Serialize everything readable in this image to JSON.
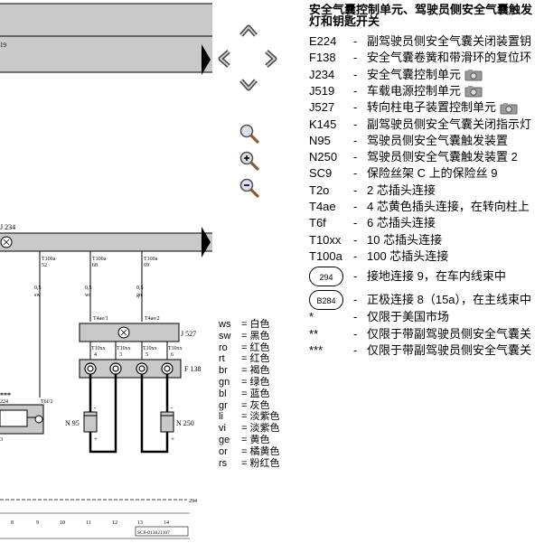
{
  "diagram": {
    "header_num": "19",
    "j234_label": "J 234",
    "wires": [
      {
        "conn": "T100a",
        "pin": "52",
        "gauge": "0,5",
        "color": "sw"
      },
      {
        "conn": "T100a",
        "pin": "68",
        "gauge": "0,5",
        "color": "ws"
      },
      {
        "conn": "T100a",
        "pin": "69",
        "gauge": "0,5",
        "color": "gn"
      }
    ],
    "t4ae_left": "T4ae/1",
    "t4ae_right": "T4ae/2",
    "j527_label": "J 527",
    "f138_label": "F 138",
    "t10xx": [
      {
        "conn": "T10xx",
        "pin": "4"
      },
      {
        "conn": "T10xx",
        "pin": "3"
      },
      {
        "conn": "T10xx",
        "pin": "5"
      },
      {
        "conn": "T10xx",
        "pin": "6"
      }
    ],
    "n95_label": "N 95",
    "n250_label": "N 250",
    "stars": "***",
    "e224_label": "224",
    "t6f_label": "T6f/2",
    "left_num": "3",
    "ground_num": "294",
    "ruler": [
      "8",
      "9",
      "10",
      "11",
      "12",
      "13",
      "14"
    ],
    "ref": "SC8-013021107"
  },
  "colors": {
    "title": "颜色代码",
    "items": [
      {
        "code": "ws",
        "name": "白色"
      },
      {
        "code": "sw",
        "name": "黑色"
      },
      {
        "code": "ro",
        "name": "红色"
      },
      {
        "code": "rt",
        "name": "红色"
      },
      {
        "code": "br",
        "name": "褐色"
      },
      {
        "code": "gn",
        "name": "绿色"
      },
      {
        "code": "bl",
        "name": "蓝色"
      },
      {
        "code": "gr",
        "name": "灰色"
      },
      {
        "code": "li",
        "name": "淡紫色"
      },
      {
        "code": "vi",
        "name": "淡紫色"
      },
      {
        "code": "ge",
        "name": "黄色"
      },
      {
        "code": "or",
        "name": "橘黄色"
      },
      {
        "code": "rs",
        "name": "粉红色"
      }
    ]
  },
  "legend": {
    "title_line1": "安全气囊控制单元、驾驶员侧安全气囊触发",
    "title_line2": "灯和钥匙开关",
    "items": [
      {
        "code": "E224",
        "desc": "副驾驶员侧安全气囊关闭装置钥",
        "camera": false
      },
      {
        "code": "F138",
        "desc": "安全气囊卷簧和带滑环的复位环",
        "camera": false
      },
      {
        "code": "J234",
        "desc": "安全气囊控制单元",
        "camera": true
      },
      {
        "code": "J519",
        "desc": "车载电源控制单元",
        "camera": true
      },
      {
        "code": "J527",
        "desc": "转向柱电子装置控制单元",
        "camera": true
      },
      {
        "code": "K145",
        "desc": "副驾驶员侧安全气囊关闭指示灯",
        "camera": false
      },
      {
        "code": "N95",
        "desc": "驾驶员侧安全气囊触发装置",
        "camera": false
      },
      {
        "code": "N250",
        "desc": "驾驶员侧安全气囊触发装置 2",
        "camera": false
      },
      {
        "code": "SC9",
        "desc": "保险丝架 C 上的保险丝 9",
        "camera": false
      },
      {
        "code": "T2o",
        "desc": "2 芯插头连接",
        "camera": false
      },
      {
        "code": "T4ae",
        "desc": "4 芯黄色插头连接，在转向柱上",
        "camera": false
      },
      {
        "code": "T6f",
        "desc": "6 芯插头连接",
        "camera": false
      },
      {
        "code": "T10xx",
        "desc": "10 芯插头连接",
        "camera": false
      },
      {
        "code": "T100a",
        "desc": "100 芯插头连接",
        "camera": false
      }
    ],
    "circle_items": [
      {
        "code": "294",
        "desc": "接地连接 9，在车内线束中"
      },
      {
        "code": "B284",
        "desc": "正极连接 8（15a），在主线束中"
      }
    ],
    "star_items": [
      {
        "code": "*",
        "desc": "仅限于美国市场"
      },
      {
        "code": "**",
        "desc": "仅限于带副驾驶员侧安全气囊关"
      },
      {
        "code": "***",
        "desc": "仅限于带副驾驶员侧安全气囊关"
      }
    ]
  },
  "icons": {
    "nav_up": "chevron-up-icon",
    "nav_left": "chevron-left-icon",
    "nav_right": "chevron-right-icon",
    "nav_down": "chevron-down-icon",
    "zoom_fit": "magnifier-icon",
    "zoom_in": "zoom-in-icon",
    "zoom_out": "zoom-out-icon",
    "page_arrow": "triangle-right-icon",
    "camera": "camera-icon"
  }
}
